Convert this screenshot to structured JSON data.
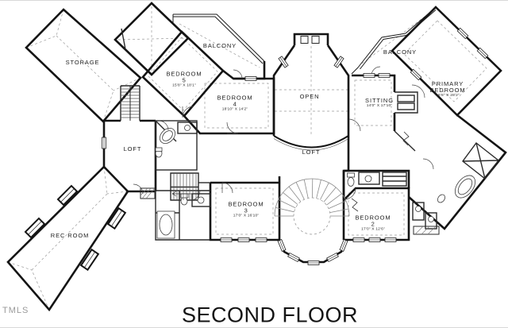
{
  "title": "SECOND FLOOR",
  "watermark": "TMLS",
  "colors": {
    "wall": "#141414",
    "inner_wall": "#2a2a2a",
    "dash": "#999999",
    "stair": "#888888",
    "text": "#1d1d1d"
  },
  "rooms": [
    {
      "id": "storage",
      "label": "STORAGE"
    },
    {
      "id": "balcony-top",
      "label": "BALCONY"
    },
    {
      "id": "bedroom-5",
      "label": "BEDROOM",
      "number": "5",
      "dims": "15'8\" X 18'1\""
    },
    {
      "id": "bedroom-4",
      "label": "BEDROOM",
      "number": "4",
      "dims": "18'10\" X 14'2\""
    },
    {
      "id": "open",
      "label": "OPEN"
    },
    {
      "id": "balcony-right",
      "label": "BALCONY"
    },
    {
      "id": "sitting",
      "label": "SITTING",
      "dims": "14'0\" X 17'10\""
    },
    {
      "id": "primary-bedroom",
      "label": "PRIMARY",
      "label2": "BEDROOM",
      "dims": "16'8\" X 28'2\""
    },
    {
      "id": "loft-left",
      "label": "LOFT"
    },
    {
      "id": "loft-center",
      "label": "LOFT"
    },
    {
      "id": "rec-room",
      "label": "REC ROOM"
    },
    {
      "id": "bedroom-3",
      "label": "BEDROOM",
      "number": "3",
      "dims": "17'0\" X 16'10\""
    },
    {
      "id": "bedroom-2",
      "label": "BEDROOM",
      "number": "2",
      "dims": "17'0\" X 12'6\""
    }
  ]
}
